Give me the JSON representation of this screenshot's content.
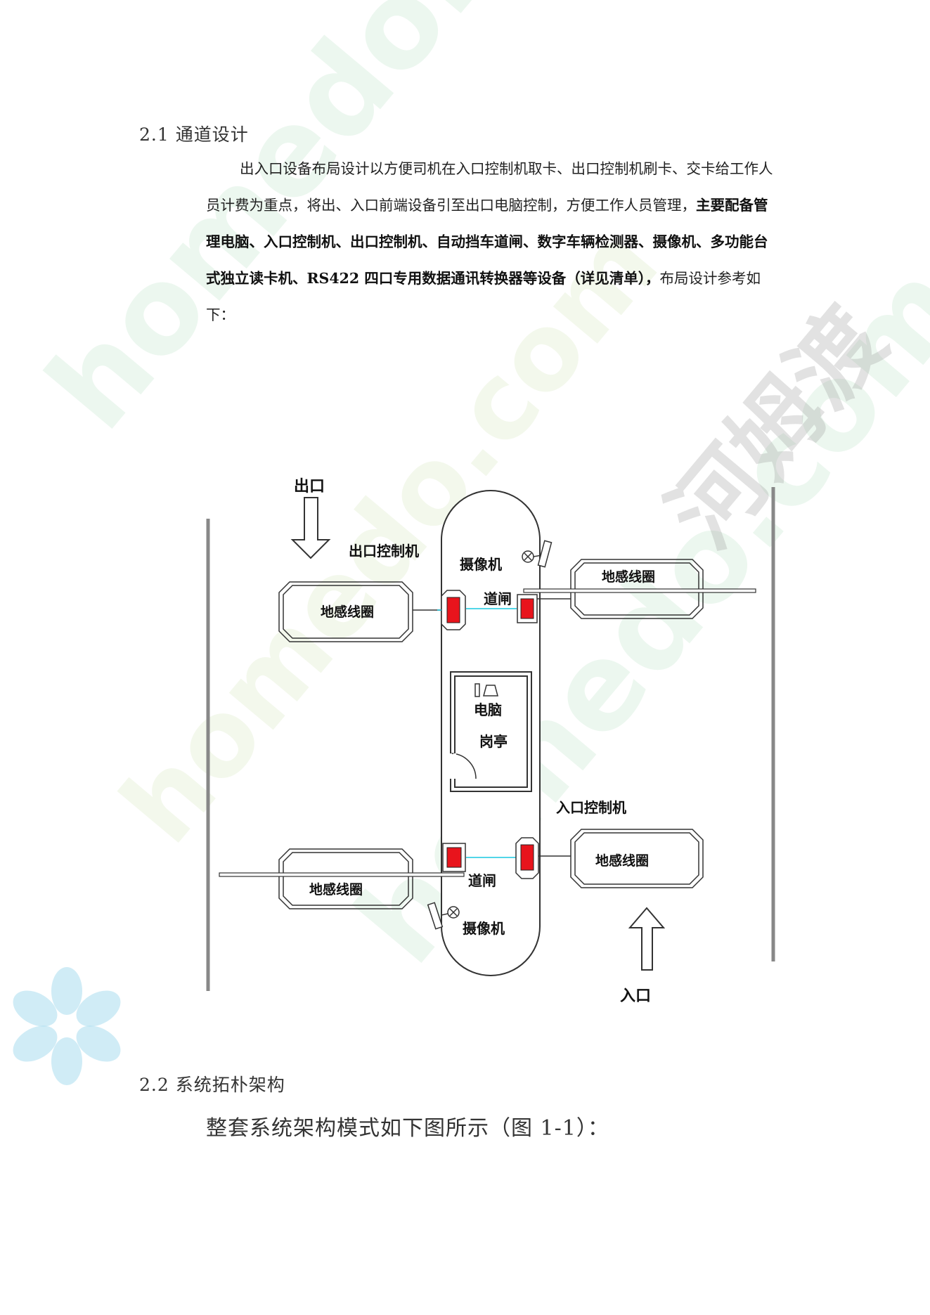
{
  "section1": {
    "heading": "2.1 通道设计",
    "para_line1": "出入口设备布局设计以方便司机在入口控制机取卡、出口控制机刷卡、交卡给工作人",
    "para_line2_normal": "员计费为重点，将出、入口前端设备引至出口电脑控制，方便工作人员管理，",
    "para_line2_bold": "主要配备管",
    "para_line3_bold": "理电脑、入口控制机、出口控制机、自动挡车道闸、数字车辆检测器、摄像机、多功能台",
    "para_line4_bold": "式独立读卡机、RS422 四口专用数据通讯转换器等设备（详见清单），",
    "para_line4_normal": "布局设计参考如",
    "para_line5": "下："
  },
  "diagram": {
    "exit_label": "出口",
    "entry_label": "入口",
    "exit_controller": "出口控制机",
    "entry_controller": "入口控制机",
    "camera_top": "摄像机",
    "camera_bottom": "摄像机",
    "gate_top": "道闸",
    "gate_bottom": "道闸",
    "loop_exit_left": "地感线圈",
    "loop_exit_right": "地感线圈",
    "loop_entry_left": "地感线圈",
    "loop_entry_right": "地感线圈",
    "computer": "电脑",
    "booth": "岗亭"
  },
  "section2": {
    "heading": "2.2 系统拓朴架构",
    "lead": "整套系统架构模式如下图所示（图 1-1）："
  },
  "watermark": {
    "text_latin": "homedo.com",
    "text_cn": "河姆渡"
  },
  "colors": {
    "device_red": "#e8141c",
    "beam_cyan": "#18c8e0",
    "wall_gray": "#888888"
  }
}
